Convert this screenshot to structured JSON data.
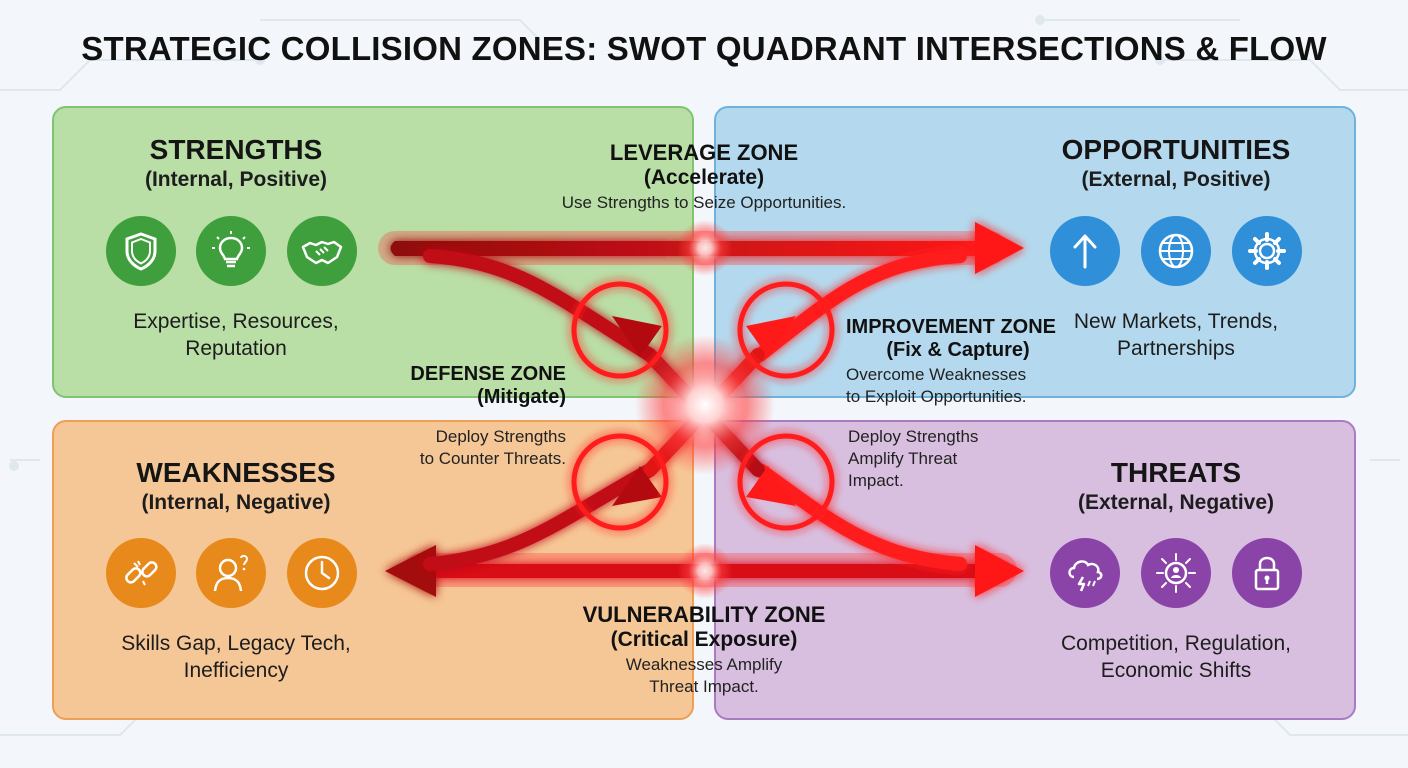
{
  "title": "STRATEGIC COLLISION ZONES: SWOT QUADRANT INTERSECTIONS & FLOW",
  "quadrants": {
    "strengths": {
      "title": "STRENGTHS",
      "subtitle": "(Internal, Positive)",
      "desc_line1": "Expertise, Resources,",
      "desc_line2": "Reputation",
      "color": "#b9dea6",
      "icons": [
        "shield-icon",
        "lightbulb-icon",
        "handshake-icon"
      ]
    },
    "opportunities": {
      "title": "OPPORTUNITIES",
      "subtitle": "(External, Positive)",
      "desc_line1": "New Markets, Trends,",
      "desc_line2": "Partnerships",
      "color": "#b4d9ee",
      "icons": [
        "arrow-up-icon",
        "globe-icon",
        "gear-icon"
      ]
    },
    "weaknesses": {
      "title": "WEAKNESSES",
      "subtitle": "(Internal, Negative)",
      "desc_line1": "Skills Gap, Legacy Tech,",
      "desc_line2": "Inefficiency",
      "color": "#f6c796",
      "icons": [
        "broken-chain-icon",
        "confused-person-icon",
        "clock-icon"
      ]
    },
    "threats": {
      "title": "THREATS",
      "subtitle": "(External, Negative)",
      "desc_line1": "Competition, Regulation,",
      "desc_line2": "Economic Shifts",
      "color": "#d8bfe0",
      "icons": [
        "storm-cloud-icon",
        "target-person-icon",
        "lock-icon"
      ]
    }
  },
  "zones": {
    "leverage": {
      "title": "LEVERAGE ZONE",
      "subtitle": "(Accelerate)",
      "desc": "Use Strengths to Seize Opportunities."
    },
    "improvement": {
      "title": "IMPROVEMENT ZONE",
      "subtitle": "(Fix & Capture)",
      "desc_line1": "Overcome Weaknesses",
      "desc_line2": "to Exploit Opportunities."
    },
    "defense": {
      "title": "DEFENSE ZONE",
      "subtitle": "(Mitigate)",
      "desc_line1": "Deploy Strengths",
      "desc_line2": "to Counter Threats."
    },
    "vulnerability": {
      "title": "VULNERABILITY ZONE",
      "subtitle": "(Critical Exposure)",
      "desc_line1": "Weaknesses Amplify",
      "desc_line2": "Threat Impact."
    }
  },
  "notes": {
    "right_middle_line1": "Deploy Strengths",
    "right_middle_line2": "Amplify Threat",
    "right_middle_line3": "Impact."
  },
  "colors": {
    "arrow": "#e8101a",
    "arrow_dark": "#8e0a0e",
    "glow": "#ff3a3a"
  }
}
